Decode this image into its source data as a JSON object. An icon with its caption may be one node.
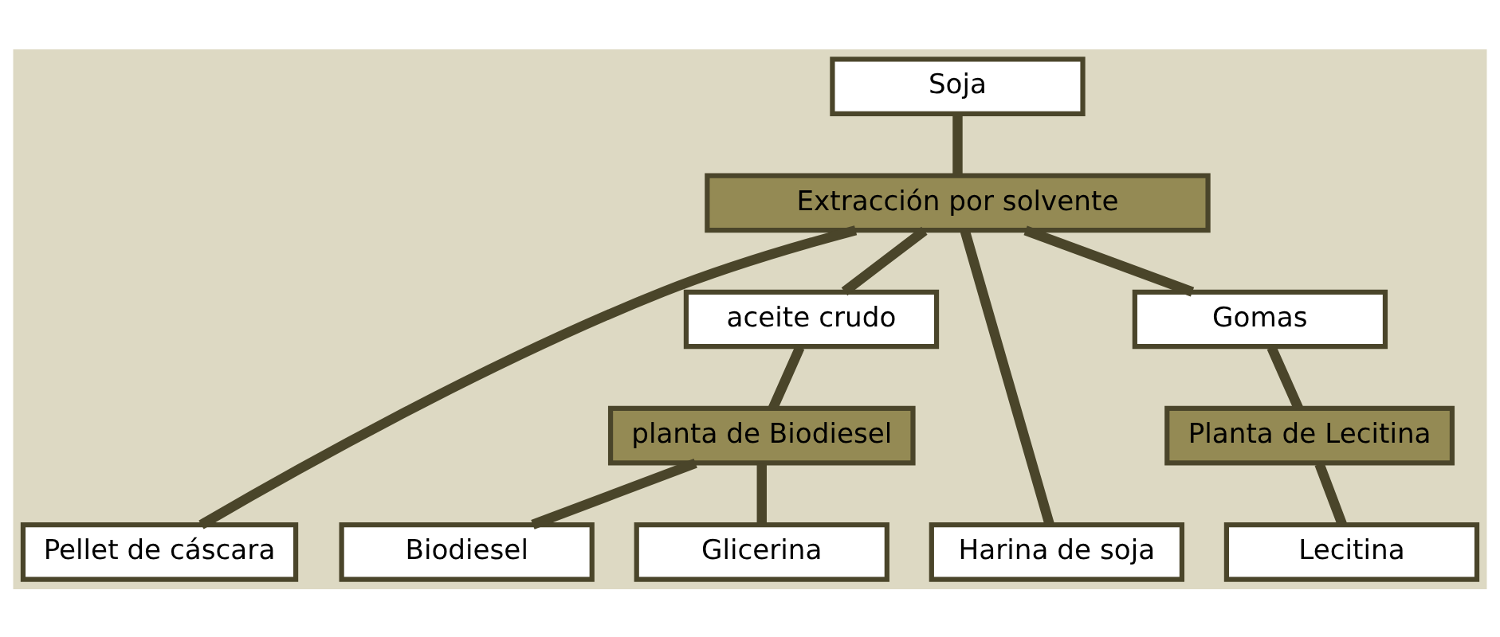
{
  "diagram": {
    "nodes": [
      {
        "text": [
          "Soja"
        ]
      },
      {
        "text": [
          "Extracción por solvente"
        ]
      },
      {
        "text": [
          "Pellet de cáscara"
        ]
      },
      {
        "text": [
          "aceite crudo"
        ]
      },
      {
        "text": [
          "planta de Biodiesel"
        ]
      },
      {
        "text": [
          "Biodiesel"
        ]
      },
      {
        "text": [
          "Glicerina"
        ]
      },
      {
        "text": [
          "Harina de soja"
        ]
      },
      {
        "text": [
          "Gomas"
        ]
      },
      {
        "text": [
          "Planta de Lecitina"
        ]
      },
      {
        "text": [
          "Lecitina"
        ]
      }
    ],
    "edges": [
      {
        "from": 0,
        "to": 1,
        "arrow": "none"
      },
      {
        "from": 1,
        "to": 2,
        "arrow": "none"
      },
      {
        "from": 1,
        "to": 3,
        "arrow": "none"
      },
      {
        "from": 3,
        "to": 4,
        "arrow": "none"
      },
      {
        "from": 4,
        "to": 5,
        "arrow": "none"
      },
      {
        "from": 4,
        "to": 6,
        "arrow": "none"
      },
      {
        "from": 1,
        "to": 7,
        "arrow": "none"
      },
      {
        "from": 1,
        "to": 8,
        "arrow": "none"
      },
      {
        "from": 8,
        "to": 9,
        "arrow": "none"
      },
      {
        "from": 9,
        "to": 10,
        "arrow": "none"
      }
    ]
  }
}
